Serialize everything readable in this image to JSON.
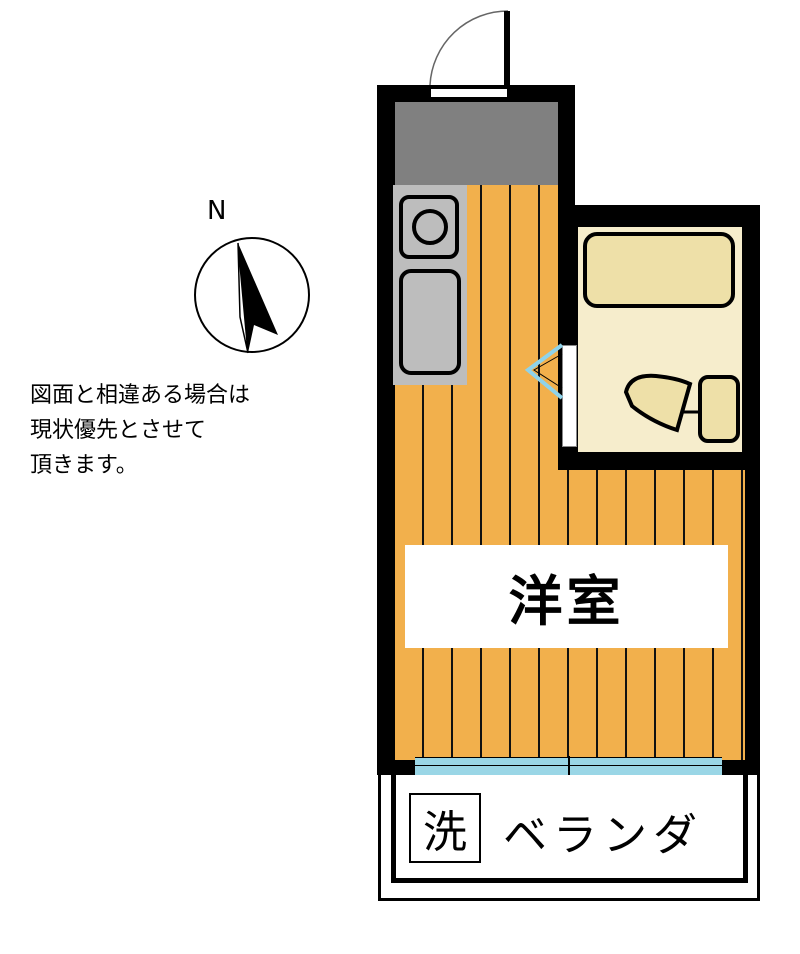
{
  "compass": {
    "label": "N"
  },
  "note": {
    "lines": [
      "図面と相違ある場合は",
      "現状優先とさせて",
      "頂きます。"
    ]
  },
  "rooms": {
    "western_room": "洋室",
    "balcony": "ベランダ",
    "laundry": "洗"
  },
  "colors": {
    "floor": "#f2b04c",
    "entrance": "#808080",
    "bath": "#f6edcc",
    "fixture": "#eee0a8",
    "window": "#9ad6e6",
    "wall": "#000000"
  }
}
